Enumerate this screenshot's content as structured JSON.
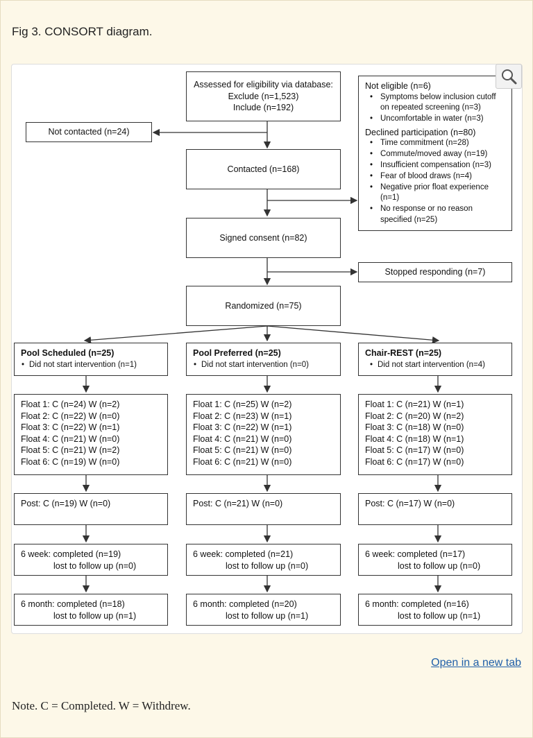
{
  "caption": "Fig 3. CONSORT diagram.",
  "assessed": {
    "title": "Assessed for eligibility via database:",
    "exclude": "Exclude (n=1,523)",
    "include": "Include (n=192)"
  },
  "not_contacted": "Not contacted (n=24)",
  "contacted": "Contacted (n=168)",
  "signed": "Signed consent (n=82)",
  "stopped": "Stopped responding (n=7)",
  "randomized": "Randomized (n=75)",
  "excluded": {
    "not_eligible_title": "Not eligible (n=6)",
    "not_eligible_items": [
      "Symptoms below inclusion cutoff on repeated screening (n=3)",
      "Uncomfortable in water (n=3)"
    ],
    "declined_title": "Declined participation (n=80)",
    "declined_items": [
      "Time commitment (n=28)",
      "Commute/moved away (n=19)",
      "Insufficient compensation (n=3)",
      "Fear of blood draws (n=4)",
      "Negative prior float experience (n=1)",
      "No response or no reason specified (n=25)"
    ]
  },
  "arms": [
    {
      "name": "Pool Scheduled (n=25)",
      "note": "Did not start intervention (n=1)",
      "floats": [
        "Float 1: C (n=24) W (n=2)",
        "Float 2: C (n=22) W (n=0)",
        "Float 3: C (n=22) W (n=1)",
        "Float 4: C (n=21) W (n=0)",
        "Float 5: C (n=21) W (n=2)",
        "Float 6: C (n=19) W (n=0)"
      ],
      "post": "Post: C (n=19) W (n=0)",
      "week_completed": "6 week: completed (n=19)",
      "week_lost": "lost to follow up (n=0)",
      "month_completed": "6 month: completed (n=18)",
      "month_lost": "lost to follow up (n=1)"
    },
    {
      "name": "Pool Preferred (n=25)",
      "note": "Did not start intervention (n=0)",
      "floats": [
        "Float 1: C (n=25) W (n=2)",
        "Float 2: C (n=23) W (n=1)",
        "Float 3: C (n=22) W (n=1)",
        "Float 4: C (n=21) W (n=0)",
        "Float 5: C (n=21) W (n=0)",
        "Float 6: C (n=21) W (n=0)"
      ],
      "post": "Post: C (n=21) W (n=0)",
      "week_completed": "6 week: completed (n=21)",
      "week_lost": "lost to follow up (n=0)",
      "month_completed": "6 month: completed (n=20)",
      "month_lost": "lost to follow up (n=1)"
    },
    {
      "name": "Chair-REST (n=25)",
      "note": "Did not start intervention (n=4)",
      "floats": [
        "Float 1: C (n=21) W (n=1)",
        "Float 2: C (n=20) W (n=2)",
        "Float 3: C (n=18) W (n=0)",
        "Float 4: C (n=18) W (n=1)",
        "Float 5: C (n=17) W (n=0)",
        "Float 6: C (n=17) W (n=0)"
      ],
      "post": "Post: C (n=17) W (n=0)",
      "week_completed": "6 week: completed (n=17)",
      "week_lost": "lost to follow up (n=0)",
      "month_completed": "6 month: completed (n=16)",
      "month_lost": "lost to follow up (n=1)"
    }
  ],
  "open_link": "Open in a new tab",
  "note": "Note. C = Completed. W = Withdrew.",
  "icons": {
    "zoom": "magnifier-icon"
  }
}
